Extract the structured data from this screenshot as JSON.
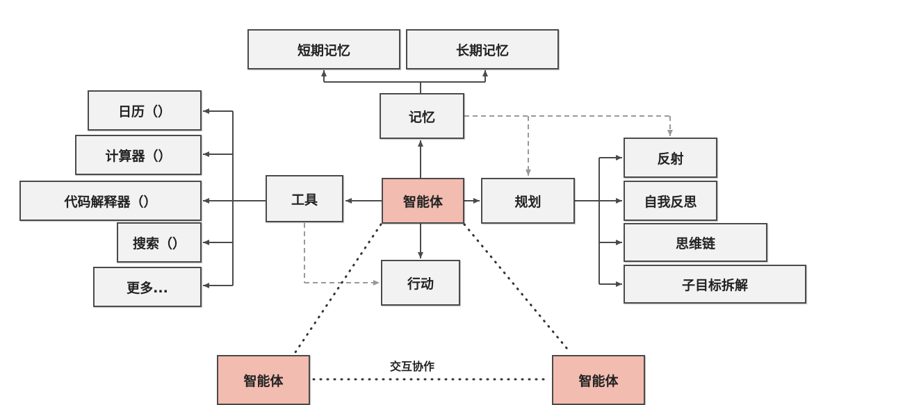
{
  "colors": {
    "box_fill": "#f2f2f2",
    "agent_fill": "#f2bcb0",
    "border": "#4a4a4a",
    "edge": "#4a4a4a",
    "dashed_edge": "#999999"
  },
  "nodes": {
    "short_term_memory": "短期记忆",
    "long_term_memory": "长期记忆",
    "memory": "记忆",
    "agent_center": "智能体",
    "tools": "工具",
    "planning": "规划",
    "action": "行动",
    "calendar": "日历（）",
    "calculator": "计算器（）",
    "code_interpreter": "代码解释器（）",
    "search": "搜索（）",
    "more": "更多...",
    "reflection": "反射",
    "self_critique": "自我反思",
    "chain_of_thought": "思维链",
    "subgoal_decomposition": "子目标拆解",
    "agent_left": "智能体",
    "agent_right": "智能体"
  },
  "edge_labels": {
    "collaboration": "交互协作"
  }
}
